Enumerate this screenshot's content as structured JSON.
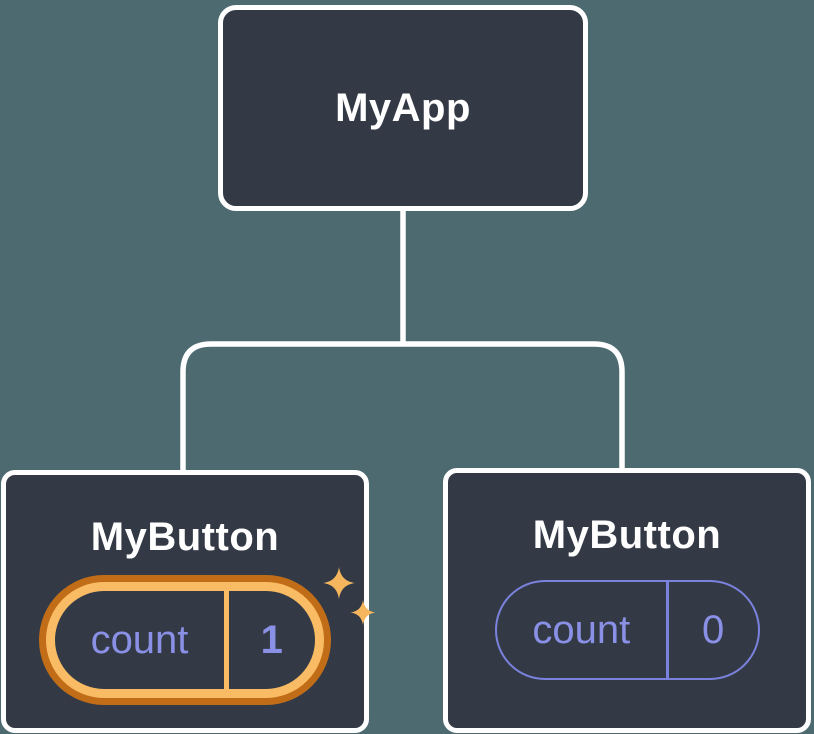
{
  "diagram": {
    "root": {
      "label": "MyApp"
    },
    "children": [
      {
        "label": "MyButton",
        "state": {
          "key": "count",
          "value": "1"
        },
        "highlighted": true
      },
      {
        "label": "MyButton",
        "state": {
          "key": "count",
          "value": "0"
        },
        "highlighted": false
      }
    ]
  },
  "colors": {
    "background": "#4d6a70",
    "node_fill": "#333a46",
    "node_border": "#ffffff",
    "state_text": "#8a90e5",
    "state_border": "#7b82dd",
    "highlight_ring_inner": "#f9bc64",
    "highlight_ring_outer": "#c16d17",
    "sparkle": "#f6b65e",
    "connector": "#ffffff"
  }
}
